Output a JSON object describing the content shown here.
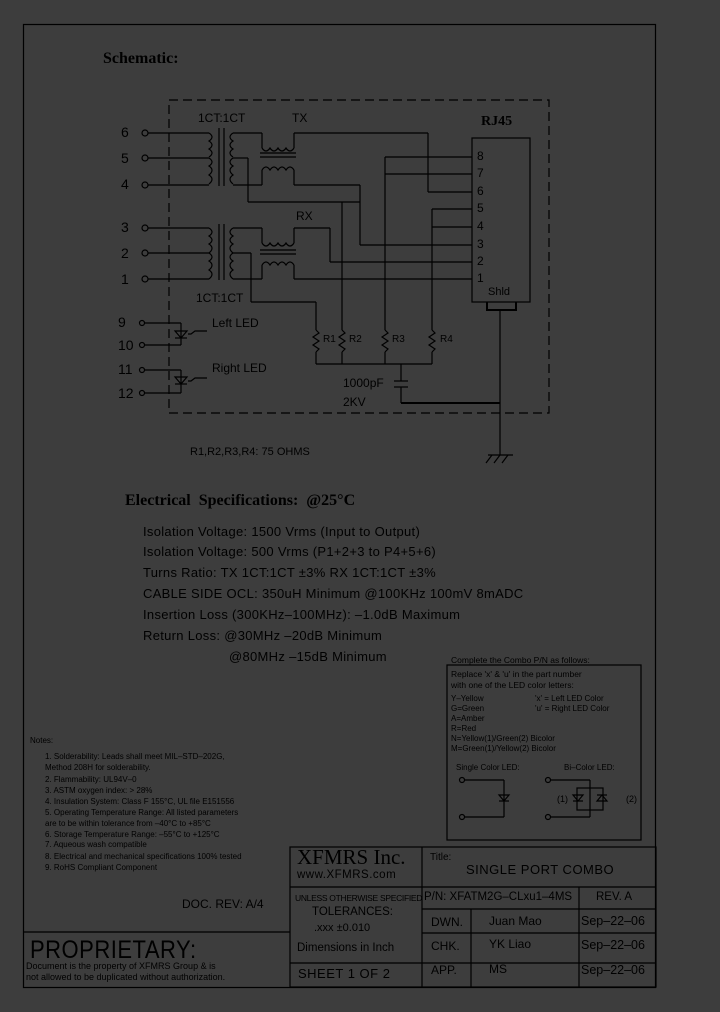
{
  "schematic": {
    "heading": "Schematic:",
    "left_pins_tx": [
      "6",
      "5",
      "4"
    ],
    "left_pins_rx": [
      "3",
      "2",
      "1"
    ],
    "led_pins": [
      "9",
      "10",
      "11",
      "12"
    ],
    "tx_ratio_label": "1CT:1CT",
    "rx_ratio_label": "1CT:1CT",
    "tx_label": "TX",
    "rx_label": "RX",
    "left_led_label": "Left LED",
    "right_led_label": "Right LED",
    "connector_label": "RJ45",
    "connector_pins": [
      "8",
      "7",
      "6",
      "5",
      "4",
      "3",
      "2",
      "1"
    ],
    "shield_label": "Shld",
    "resistors": [
      "R1",
      "R2",
      "R3",
      "R4"
    ],
    "capacitor_value": "1000pF",
    "capacitor_voltage": "2KV",
    "resistor_note": "R1,R2,R3,R4:  75  OHMS"
  },
  "electrical": {
    "heading": "Electrical   Specifications:  @25°C",
    "lines": [
      "Isolation Voltage:   1500 Vrms (Input to Output)",
      "Isolation Voltage:   500 Vrms (P1+2+3 to P4+5+6)",
      "Turns Ratio: TX 1CT:1CT ±3% RX 1CT:1CT ±3%",
      "CABLE SIDE OCL: 350uH Minimum @100KHz 100mV 8mADC",
      "Insertion Loss (300KHz–100MHz): –1.0dB Maximum",
      "Return Loss: @30MHz   –20dB Minimum",
      "@80MHz   –15dB Minimum"
    ]
  },
  "combo": {
    "heading": "Complete the Combo P/N as follows:",
    "intro_1": "Replace 'x' & 'u' in the part number",
    "intro_2": "with one of the LED color letters:",
    "colors": [
      "Y–Yellow",
      "G=Green",
      "A=Amber",
      "R=Red",
      "N=Yellow(1)/Green(2) Bicolor",
      "M=Green(1)/Yellow(2) Bicolor"
    ],
    "x_meaning": "'x' = Left LED Color",
    "u_meaning": "'u' = Right LED Color",
    "single_label": "Single Color LED:",
    "bicolor_label": "Bi–Color LED:",
    "bicolor_1": "(1)",
    "bicolor_2": "(2)"
  },
  "notes": {
    "heading": "Notes:",
    "items": [
      "1. Solderability: Leads shall meet MIL–STD–202G,",
      "    Method 208H for solderability.",
      "2. Flammability: UL94V–0",
      "3. ASTM oxygen index: > 28%",
      "4. Insulation System: Class F 155°C, UL file E151556",
      "5. Operating Temperature Range: All listed parameters",
      "    are to be within tolerance from –40°C to +85°C",
      "6. Storage Temperature Range: –55°C to +125°C",
      "7. Aqueous wash compatible",
      "8. Electrical and mechanical specifications 100% tested",
      "9. RoHS Compliant Component"
    ]
  },
  "doc_rev": "DOC. REV: A/4",
  "proprietary": {
    "title": "PROPRIETARY:",
    "line1": "Document is the property of XFMRS Group & is",
    "line2": "not allowed to be duplicated without authorization."
  },
  "title_block": {
    "company": "XFMRS Inc.",
    "website": "www.XFMRS.com",
    "title_label": "Title:",
    "title": "SINGLE PORT COMBO",
    "unless": "UNLESS OTHERWISE SPECIFIED",
    "tolerances": "TOLERANCES:",
    "tolerance_value": ".xxx  ±0.010",
    "dimensions": "Dimensions  in  Inch",
    "sheet": "SHEET  1  OF  2",
    "pn": "P/N:  XFATM2G–CLxu1–4MS",
    "rev": "REV.  A",
    "rows": [
      {
        "role": "DWN.",
        "name": "Juan  Mao",
        "date": "Sep–22–06"
      },
      {
        "role": "CHK.",
        "name": "YK  Liao",
        "date": "Sep–22–06"
      },
      {
        "role": "APP.",
        "name": "MS",
        "date": "Sep–22–06"
      }
    ]
  }
}
